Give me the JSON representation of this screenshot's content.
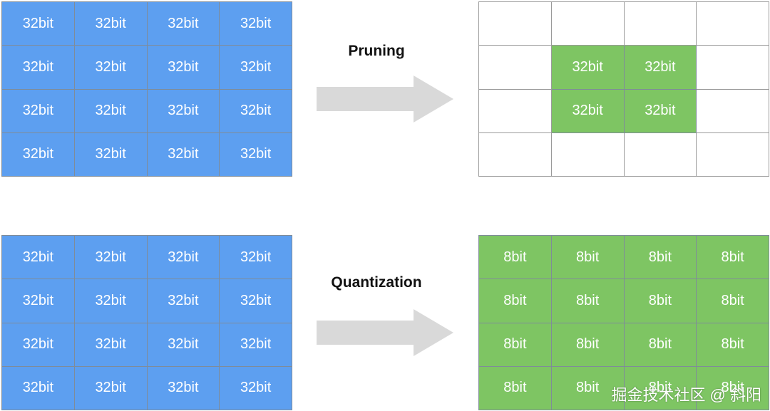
{
  "colors": {
    "full_precision": "#5d9ff0",
    "kept_or_quantized": "#7ec563",
    "pruned": "#ffffff",
    "arrow": "#d9d9d9"
  },
  "pruning": {
    "label": "Pruning",
    "source": [
      [
        "32bit",
        "32bit",
        "32bit",
        "32bit"
      ],
      [
        "32bit",
        "32bit",
        "32bit",
        "32bit"
      ],
      [
        "32bit",
        "32bit",
        "32bit",
        "32bit"
      ],
      [
        "32bit",
        "32bit",
        "32bit",
        "32bit"
      ]
    ],
    "result": [
      [
        "",
        "",
        "",
        ""
      ],
      [
        "",
        "32bit",
        "32bit",
        ""
      ],
      [
        "",
        "32bit",
        "32bit",
        ""
      ],
      [
        "",
        "",
        "",
        ""
      ]
    ]
  },
  "quantization": {
    "label": "Quantization",
    "source": [
      [
        "32bit",
        "32bit",
        "32bit",
        "32bit"
      ],
      [
        "32bit",
        "32bit",
        "32bit",
        "32bit"
      ],
      [
        "32bit",
        "32bit",
        "32bit",
        "32bit"
      ],
      [
        "32bit",
        "32bit",
        "32bit",
        "32bit"
      ]
    ],
    "result": [
      [
        "8bit",
        "8bit",
        "8bit",
        "8bit"
      ],
      [
        "8bit",
        "8bit",
        "8bit",
        "8bit"
      ],
      [
        "8bit",
        "8bit",
        "8bit",
        "8bit"
      ],
      [
        "8bit",
        "8bit",
        "8bit",
        "8bit"
      ]
    ]
  },
  "watermark": "掘金技术社区 @ 斜阳"
}
